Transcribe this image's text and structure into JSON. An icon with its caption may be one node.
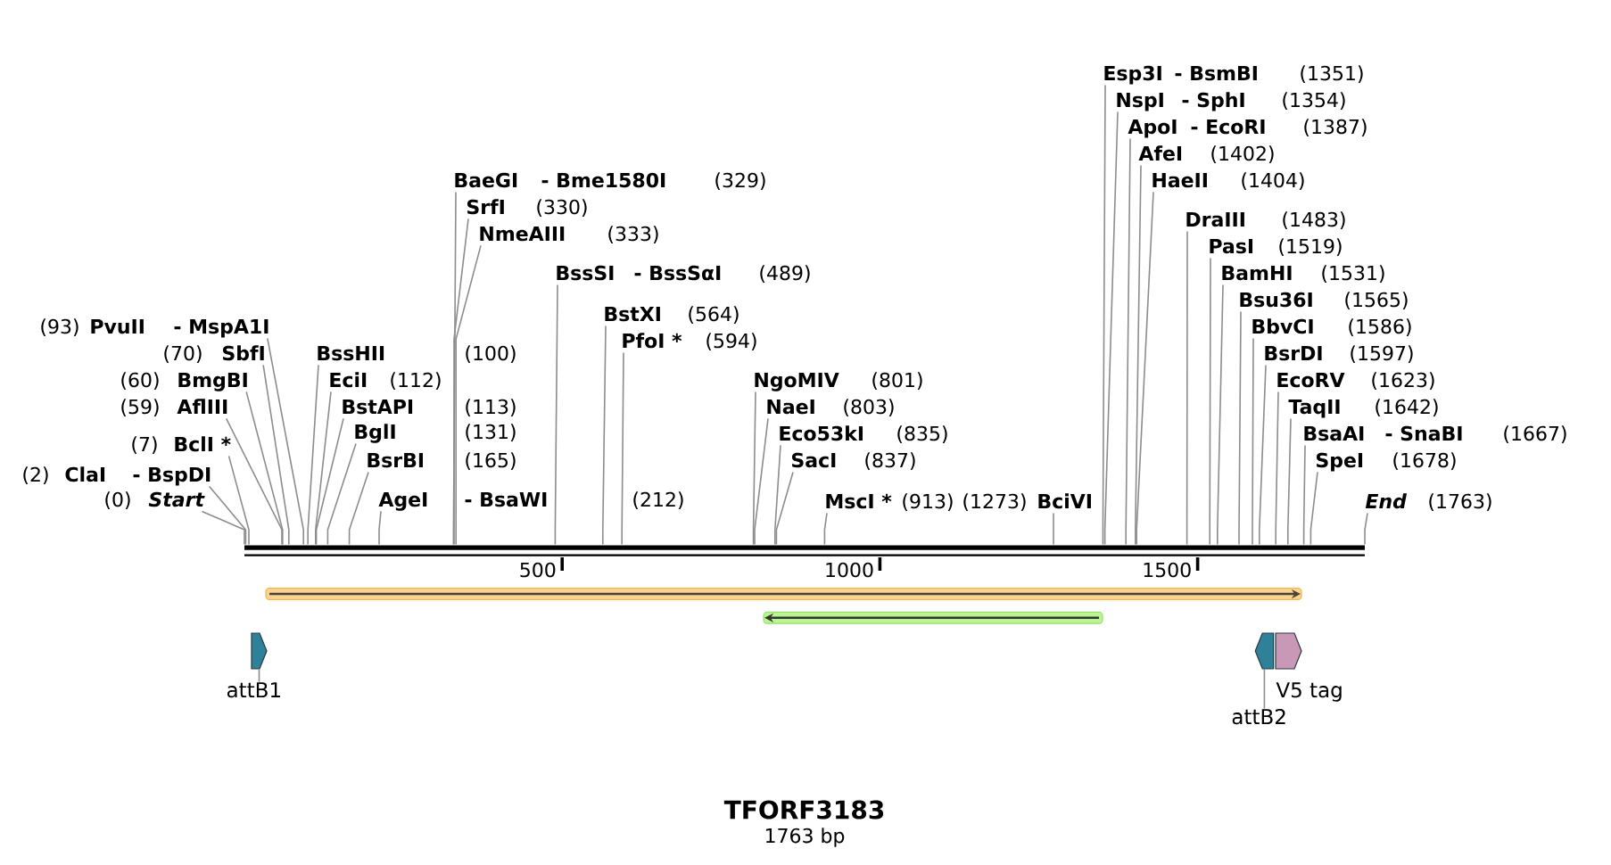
{
  "diagram": {
    "title": "TFORF3183",
    "caption": "1763 bp",
    "nodes": [
      {
        "text": [
          "Start"
        ],
        "beside": [
          "(0)"
        ]
      },
      {
        "text": [
          "ClaI",
          "- BspDI"
        ],
        "beside": [
          "(2)"
        ]
      },
      {
        "text": [
          "BclI *"
        ],
        "beside": [
          "(7)"
        ]
      },
      {
        "text": [
          "AflIII"
        ],
        "beside": [
          "(59)"
        ]
      },
      {
        "text": [
          "BmgBI"
        ],
        "beside": [
          "(60)"
        ]
      },
      {
        "text": [
          "SbfI"
        ],
        "beside": [
          "(70)"
        ]
      },
      {
        "text": [
          "PvuII",
          "- MspA1I"
        ],
        "beside": [
          "(93)"
        ]
      },
      {
        "text": [
          "BssHII"
        ],
        "beside": [
          "(100)"
        ]
      },
      {
        "text": [
          "EciI"
        ],
        "beside": [
          "(112)"
        ]
      },
      {
        "text": [
          "BstAPI"
        ],
        "beside": [
          "(113)"
        ]
      },
      {
        "text": [
          "BglI"
        ],
        "beside": [
          "(131)"
        ]
      },
      {
        "text": [
          "BsrBI"
        ],
        "beside": [
          "(165)"
        ]
      },
      {
        "text": [
          "AgeI",
          "- BsaWI"
        ],
        "beside": [
          "(212)"
        ]
      },
      {
        "text": [
          "BaeGI",
          "- Bme1580I"
        ],
        "beside": [
          "(329)"
        ]
      },
      {
        "text": [
          "SrfI"
        ],
        "beside": [
          "(330)"
        ]
      },
      {
        "text": [
          "NmeAIII"
        ],
        "beside": [
          "(333)"
        ]
      },
      {
        "text": [
          "BssSI",
          "- BssSαI"
        ],
        "beside": [
          "(489)"
        ]
      },
      {
        "text": [
          "BstXI"
        ],
        "beside": [
          "(564)"
        ]
      },
      {
        "text": [
          "PfoI *"
        ],
        "beside": [
          "(594)"
        ]
      },
      {
        "text": [
          "NgoMIV"
        ],
        "beside": [
          "(801)"
        ]
      },
      {
        "text": [
          "NaeI"
        ],
        "beside": [
          "(803)"
        ]
      },
      {
        "text": [
          "Eco53kI"
        ],
        "beside": [
          "(835)"
        ]
      },
      {
        "text": [
          "SacI"
        ],
        "beside": [
          "(837)"
        ]
      },
      {
        "text": [
          "MscI *"
        ],
        "beside": [
          "(913)"
        ]
      },
      {
        "text": [
          "BciVI"
        ],
        "beside": [
          "(1273)"
        ]
      },
      {
        "text": [
          "Esp3I",
          "- BsmBI"
        ],
        "beside": [
          "(1351)"
        ]
      },
      {
        "text": [
          "NspI",
          "- SphI"
        ],
        "beside": [
          "(1354)"
        ]
      },
      {
        "text": [
          "ApoI",
          "- EcoRI"
        ],
        "beside": [
          "(1387)"
        ]
      },
      {
        "text": [
          "AfeI"
        ],
        "beside": [
          "(1402)"
        ]
      },
      {
        "text": [
          "HaeII"
        ],
        "beside": [
          "(1404)"
        ]
      },
      {
        "text": [
          "DraIII"
        ],
        "beside": [
          "(1483)"
        ]
      },
      {
        "text": [
          "PasI"
        ],
        "beside": [
          "(1519)"
        ]
      },
      {
        "text": [
          "BamHI"
        ],
        "beside": [
          "(1531)"
        ]
      },
      {
        "text": [
          "Bsu36I"
        ],
        "beside": [
          "(1565)"
        ]
      },
      {
        "text": [
          "BbvCI"
        ],
        "beside": [
          "(1586)"
        ]
      },
      {
        "text": [
          "BsrDI"
        ],
        "beside": [
          "(1597)"
        ]
      },
      {
        "text": [
          "EcoRV"
        ],
        "beside": [
          "(1623)"
        ]
      },
      {
        "text": [
          "TaqII"
        ],
        "beside": [
          "(1642)"
        ]
      },
      {
        "text": [
          "BsaAI",
          "- SnaBI"
        ],
        "beside": [
          "(1667)"
        ]
      },
      {
        "text": [
          "SpeI"
        ],
        "beside": [
          "(1678)"
        ]
      },
      {
        "text": [
          "End"
        ],
        "beside": [
          "(1763)"
        ]
      },
      {
        "text": [],
        "shape": "bar"
      },
      {
        "text": [],
        "shape": "bar"
      },
      {
        "text": [],
        "shape": "bar"
      },
      {
        "text": [],
        "shape": "pentagon"
      },
      {
        "text": [
          "attB1"
        ]
      },
      {
        "text": [],
        "shape": "pentagon"
      },
      {
        "text": [
          "V5 tag"
        ]
      },
      {
        "text": [
          "attB2"
        ]
      }
    ],
    "edges": [
      {
        "from": 0,
        "to": 41,
        "arrow": "none"
      },
      {
        "from": 1,
        "to": 41,
        "arrow": "none"
      },
      {
        "from": 2,
        "to": 41,
        "arrow": "none"
      },
      {
        "from": 3,
        "to": 41,
        "arrow": "none"
      },
      {
        "from": 4,
        "to": 41,
        "arrow": "none"
      },
      {
        "from": 5,
        "to": 41,
        "arrow": "none"
      },
      {
        "from": 6,
        "to": 41,
        "arrow": "none"
      },
      {
        "from": 7,
        "to": 41,
        "arrow": "none"
      },
      {
        "from": 8,
        "to": 41,
        "arrow": "none"
      },
      {
        "from": 9,
        "to": 41,
        "arrow": "none"
      },
      {
        "from": 10,
        "to": 41,
        "arrow": "none"
      },
      {
        "from": 11,
        "to": 41,
        "arrow": "none"
      },
      {
        "from": 12,
        "to": 41,
        "arrow": "none"
      },
      {
        "from": 13,
        "to": 41,
        "arrow": "none"
      },
      {
        "from": 14,
        "to": 41,
        "arrow": "none"
      },
      {
        "from": 15,
        "to": 41,
        "arrow": "none"
      },
      {
        "from": 16,
        "to": 41,
        "arrow": "none"
      },
      {
        "from": 17,
        "to": 41,
        "arrow": "none"
      },
      {
        "from": 18,
        "to": 41,
        "arrow": "none"
      },
      {
        "from": 19,
        "to": 41,
        "arrow": "none"
      },
      {
        "from": 20,
        "to": 41,
        "arrow": "none"
      },
      {
        "from": 21,
        "to": 41,
        "arrow": "none"
      },
      {
        "from": 22,
        "to": 41,
        "arrow": "none"
      },
      {
        "from": 23,
        "to": 41,
        "arrow": "none"
      },
      {
        "from": 24,
        "to": 41,
        "arrow": "none"
      },
      {
        "from": 25,
        "to": 41,
        "arrow": "none"
      },
      {
        "from": 26,
        "to": 41,
        "arrow": "none"
      },
      {
        "from": 27,
        "to": 41,
        "arrow": "none"
      },
      {
        "from": 28,
        "to": 41,
        "arrow": "none"
      },
      {
        "from": 29,
        "to": 41,
        "arrow": "none"
      },
      {
        "from": 30,
        "to": 41,
        "arrow": "none"
      },
      {
        "from": 31,
        "to": 41,
        "arrow": "none"
      },
      {
        "from": 32,
        "to": 41,
        "arrow": "none"
      },
      {
        "from": 33,
        "to": 41,
        "arrow": "none"
      },
      {
        "from": 34,
        "to": 41,
        "arrow": "none"
      },
      {
        "from": 35,
        "to": 41,
        "arrow": "none"
      },
      {
        "from": 36,
        "to": 41,
        "arrow": "none"
      },
      {
        "from": 37,
        "to": 41,
        "arrow": "none"
      },
      {
        "from": 38,
        "to": 41,
        "arrow": "none"
      },
      {
        "from": 39,
        "to": 41,
        "arrow": "none"
      },
      {
        "from": 40,
        "to": 41,
        "arrow": "none"
      },
      {
        "from": 45,
        "to": 44,
        "arrow": "none"
      },
      {
        "from": 48,
        "to": 46,
        "arrow": "none"
      }
    ],
    "labels": [
      "500",
      "1000",
      "1500"
    ]
  }
}
